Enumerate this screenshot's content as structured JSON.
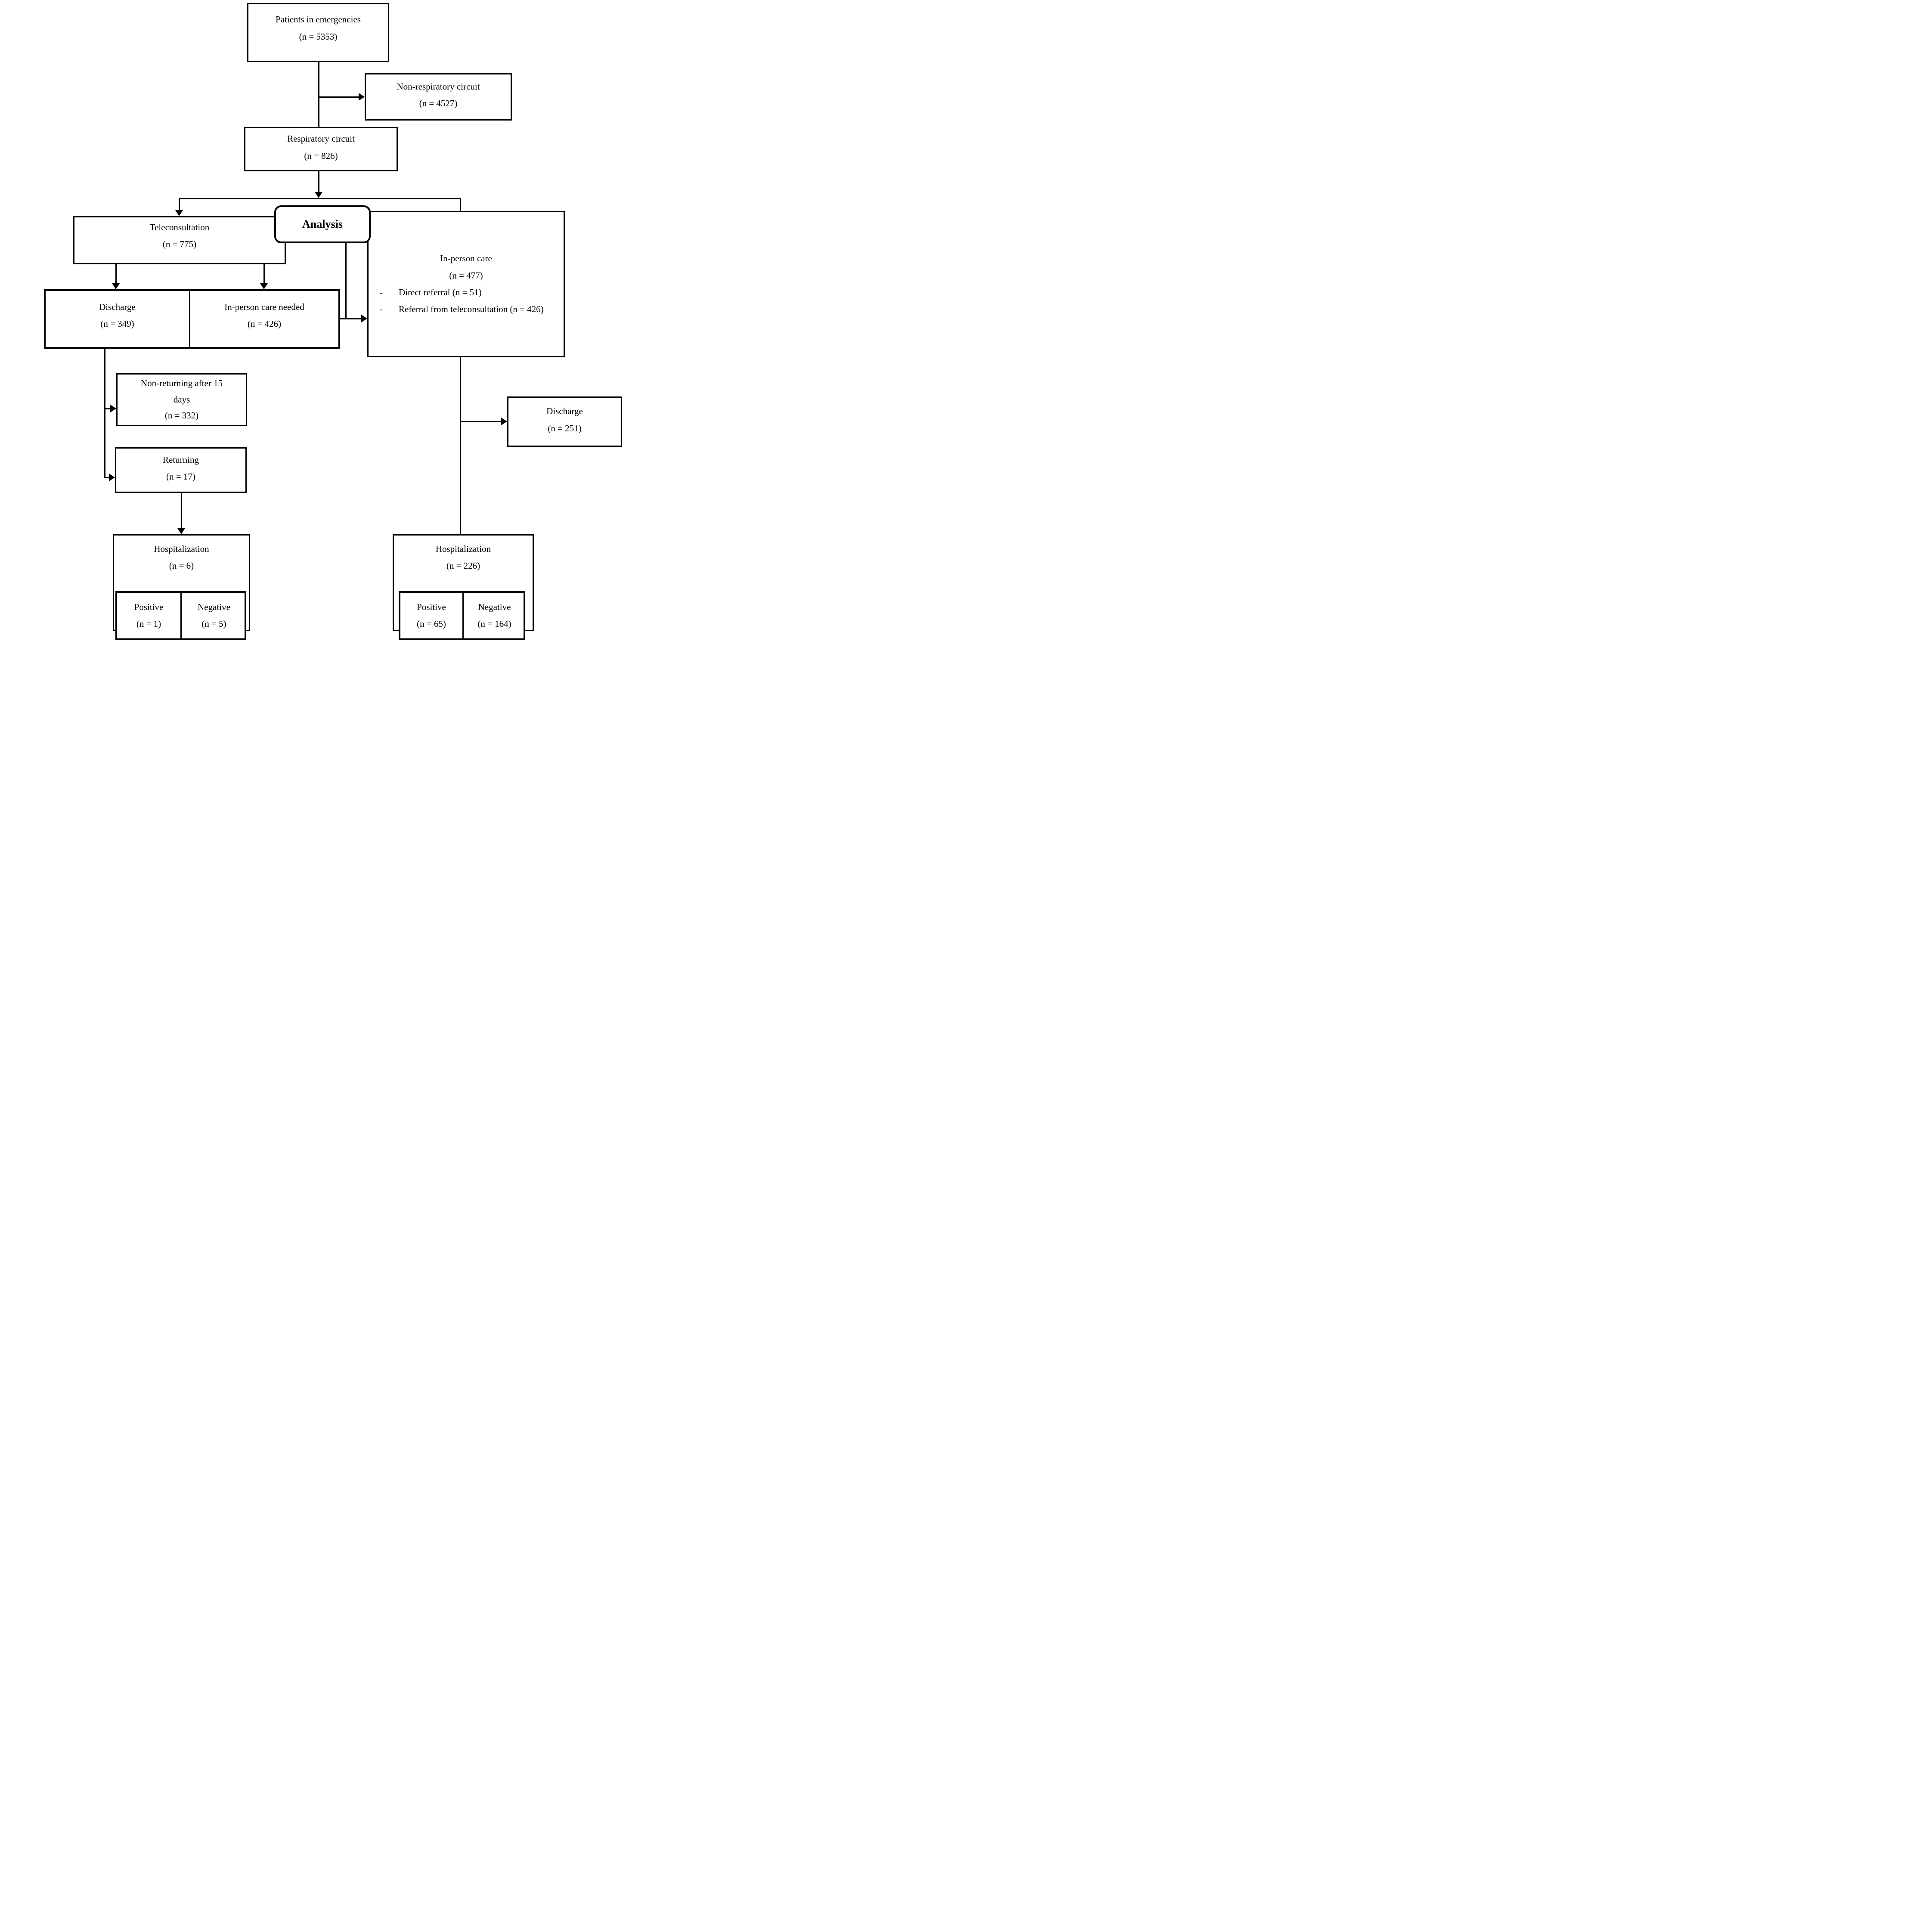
{
  "diagram": {
    "type": "flowchart",
    "colors": {
      "background": "#ffffff",
      "line": "#000000",
      "box_fill": "#ffffff",
      "text": "#000000"
    },
    "bullet_marker": "-",
    "nodes": {
      "patients": {
        "lines": [
          "Patients in emergencies",
          "(n = 5353)"
        ]
      },
      "non_respiratory": {
        "lines": [
          "Non-respiratory circuit",
          "(n = 4527)"
        ]
      },
      "respiratory": {
        "lines": [
          "Respiratory circuit",
          "(n = 826)"
        ]
      },
      "analysis": {
        "lines": [
          "Analysis"
        ]
      },
      "teleconsultation": {
        "lines": [
          "Teleconsultation",
          "(n = 775)"
        ]
      },
      "discharge_tele": {
        "lines": [
          "Discharge",
          "(n = 349)"
        ]
      },
      "in_person_needed": {
        "lines": [
          "In-person care needed",
          "(n = 426)"
        ]
      },
      "in_person_care": {
        "lines": [
          "In-person care",
          "(n = 477)"
        ],
        "bullets": [
          "Direct referral (n = 51)",
          "Referral from teleconsultation (n = 426)"
        ]
      },
      "non_returning": {
        "lines": [
          "Non-returning after 15",
          "days",
          "(n = 332)"
        ]
      },
      "returning": {
        "lines": [
          "Returning",
          "(n = 17)"
        ]
      },
      "hospitalization_tele": {
        "lines": [
          "Hospitalization",
          "(n = 6)"
        ]
      },
      "positive_tele": {
        "lines": [
          "Positive",
          "(n = 1)"
        ]
      },
      "negative_tele": {
        "lines": [
          "Negative",
          "(n = 5)"
        ]
      },
      "discharge_inperson": {
        "lines": [
          "Discharge",
          "(n = 251)"
        ]
      },
      "hospitalization_inperson": {
        "lines": [
          "Hospitalization",
          "(n = 226)"
        ]
      },
      "positive_inperson": {
        "lines": [
          "Positive",
          "(n = 65)"
        ]
      },
      "negative_inperson": {
        "lines": [
          "Negative",
          "(n = 164)"
        ]
      }
    }
  }
}
